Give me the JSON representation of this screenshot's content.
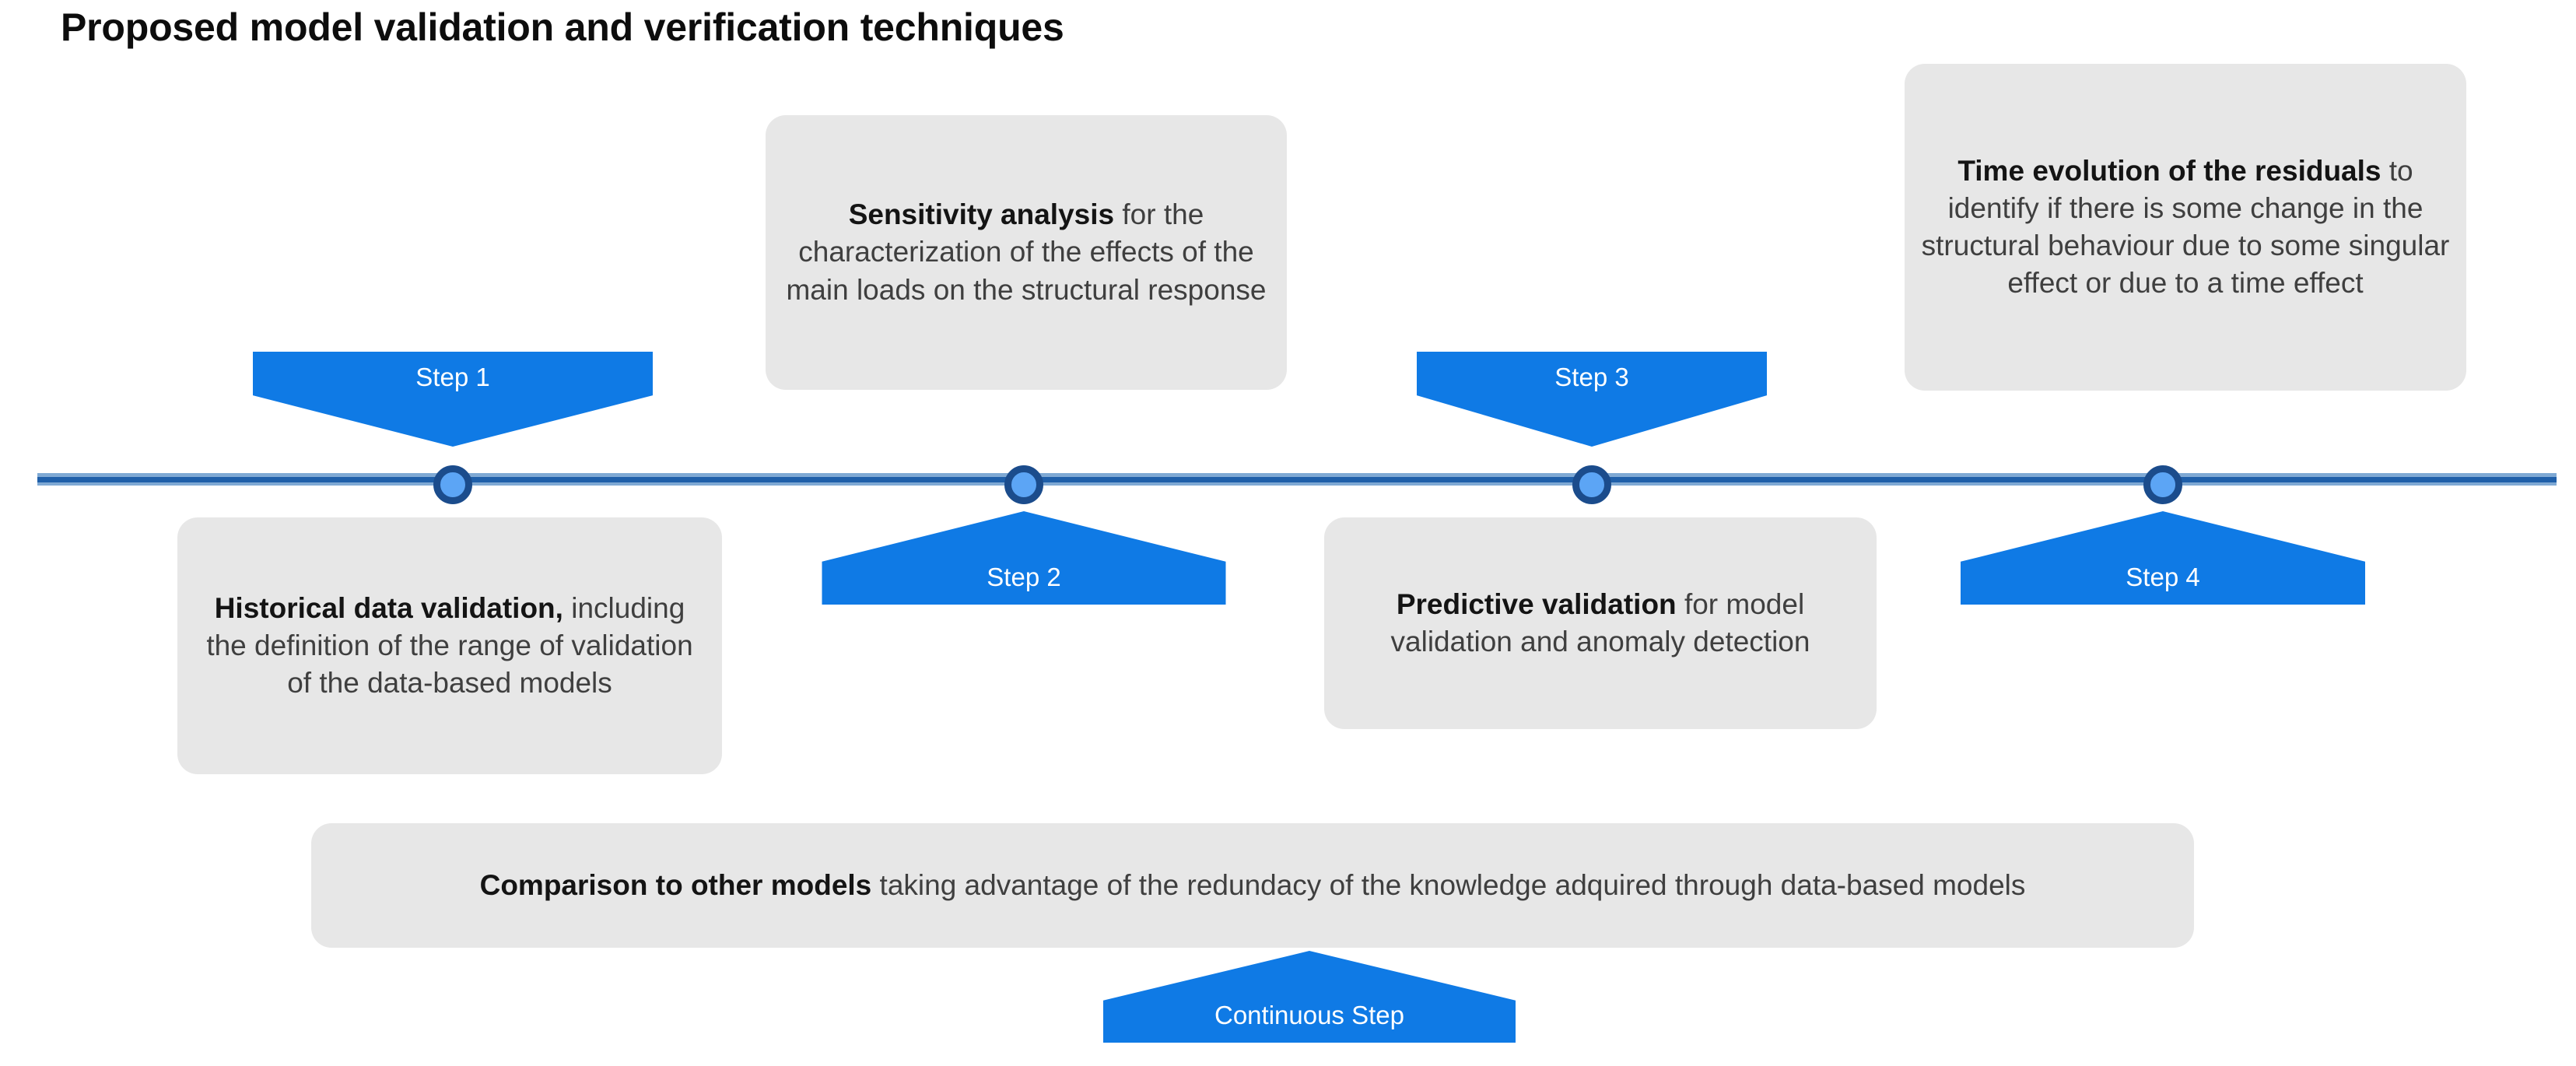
{
  "title": "Proposed model validation and verification techniques",
  "colors": {
    "banner_blue": "#0F7AE5",
    "axis_dark_blue": "#1F5FA9",
    "axis_light_blue": "#7FA9D4",
    "node_ring": "#1B4C8C",
    "node_fill": "#5CA5F5",
    "card_bg": "#E7E7E7",
    "card_text": "#3F3F3F",
    "card_bold_text": "#141414",
    "title_text": "#0D0D0D"
  },
  "timeline": {
    "banners": [
      {
        "label": "Step 1",
        "direction": "down"
      },
      {
        "label": "Step 2",
        "direction": "up"
      },
      {
        "label": "Step 3",
        "direction": "down"
      },
      {
        "label": "Step 4",
        "direction": "up"
      },
      {
        "label": "Continuous Step",
        "direction": "up"
      }
    ],
    "nodes": [
      {
        "name": "node-step-1"
      },
      {
        "name": "node-step-2"
      },
      {
        "name": "node-step-3"
      },
      {
        "name": "node-step-4"
      }
    ]
  },
  "cards": {
    "step1": {
      "bold": "Historical data validation,",
      "rest": " including the definition of the range of validation of the data-based models"
    },
    "step2": {
      "bold": "Sensitivity analysis",
      "rest": " for the characterization of the effects of the main loads on the structural response"
    },
    "step3": {
      "bold": "Predictive validation",
      "rest": " for model validation and anomaly detection"
    },
    "step4": {
      "bold": "Time evolution of the residuals",
      "rest": " to identify if there is some change in the structural behaviour due to some singular effect or due to a time effect"
    },
    "continuous": {
      "bold": "Comparison to other models",
      "rest": " taking advantage of the redundacy of the knowledge adquired through data-based models"
    }
  }
}
